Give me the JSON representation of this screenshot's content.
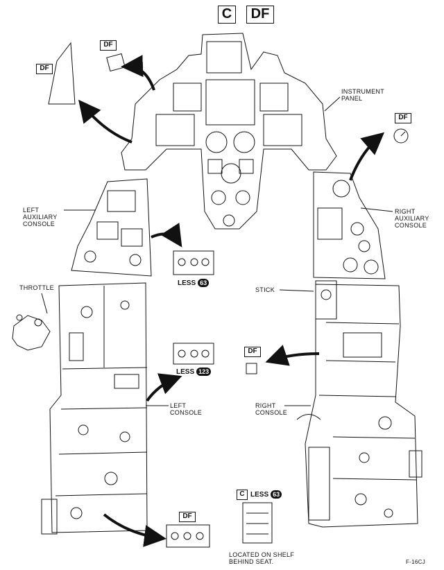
{
  "header": {
    "tag_c": "C",
    "tag_df": "DF"
  },
  "tags": {
    "df_left_panel": "DF",
    "df_left_small": "DF",
    "df_right_gauge": "DF",
    "df_right_console_item": "DF",
    "df_bottom_panel": "DF",
    "c_bottom": "C"
  },
  "labels": {
    "instrument_panel": "INSTRUMENT\nPANEL",
    "left_aux_console": "LEFT\nAUXILIARY\nCONSOLE",
    "right_aux_console": "RIGHT\nAUXILIARY\nCONSOLE",
    "throttle": "THROTTLE",
    "stick": "STICK",
    "left_console": "LEFT\nCONSOLE",
    "right_console": "RIGHT\nCONSOLE",
    "located_on_shelf": "LOCATED ON SHELF\nBEHIND SEAT.",
    "figure_id": "F-16CJ"
  },
  "less_tags": {
    "less_63_a": {
      "text": "LESS",
      "num": "63"
    },
    "less_123": {
      "text": "LESS",
      "num": "123"
    },
    "less_63_b": {
      "text": "LESS",
      "num": "63"
    }
  }
}
